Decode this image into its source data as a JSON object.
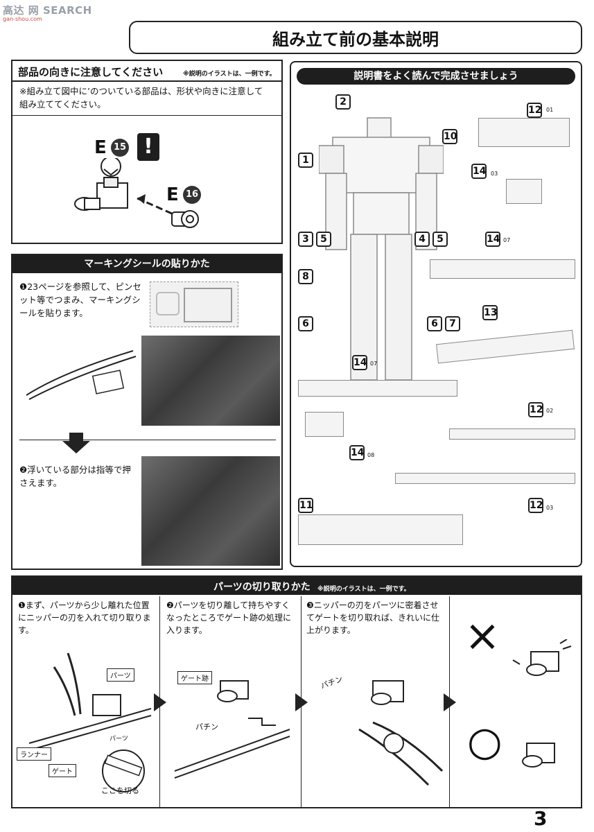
{
  "watermark": {
    "brand": "高达 网 SEARCH",
    "site": "gan-shou.com"
  },
  "page_title": "組み立て前の基本説明",
  "orientation": {
    "heading": "部品の向きに注意してください",
    "note": "※説明のイラストは、一例です。",
    "body": "※組み立て図中に’のついている部品は、形状や向きに注意して組み立ててください。",
    "part_top": "E",
    "part_top_num": "15",
    "part_side": "E",
    "part_side_num": "16",
    "alert": "!"
  },
  "marking": {
    "heading": "マーキングシールの貼りかた",
    "step1": "❶23ページを参照して、ピンセット等でつまみ、マーキングシールを貼ります。",
    "step2": "❷浮いている部分は指等で押さえます。"
  },
  "manual": {
    "heading": "説明書をよく読んで完成させましょう",
    "callouts": [
      "2",
      "10",
      "1",
      "3",
      "5",
      "4",
      "5",
      "8",
      "6",
      "6",
      "7",
      "12",
      "14",
      "14",
      "13",
      "14",
      "12",
      "14",
      "12",
      "11"
    ],
    "subs": [
      "01",
      "03",
      "07",
      "07",
      "02",
      "08",
      "03"
    ]
  },
  "cutting": {
    "heading": "パーツの切り取りかた",
    "note": "※説明のイラストは、一例です。",
    "step1": "❶まず、パーツから少し離れた位置にニッパーの刃を入れて切り取ります。",
    "step2": "❷パーツを切り離して持ちやすくなったところでゲート跡の処理に入ります。",
    "step3": "❸ニッパーの刃をパーツに密着させてゲートを切り取れば、きれいに仕上がります。",
    "labels": {
      "parts": "パーツ",
      "runner": "ランナー",
      "gate": "ゲート",
      "cut_here": "ここを切る",
      "parts_zoom": "パーツ",
      "gate_mark": "ゲート跡",
      "snap1": "パチン",
      "snap2": "パチン"
    },
    "wrong": "×",
    "right": "○"
  },
  "page_number": "3"
}
